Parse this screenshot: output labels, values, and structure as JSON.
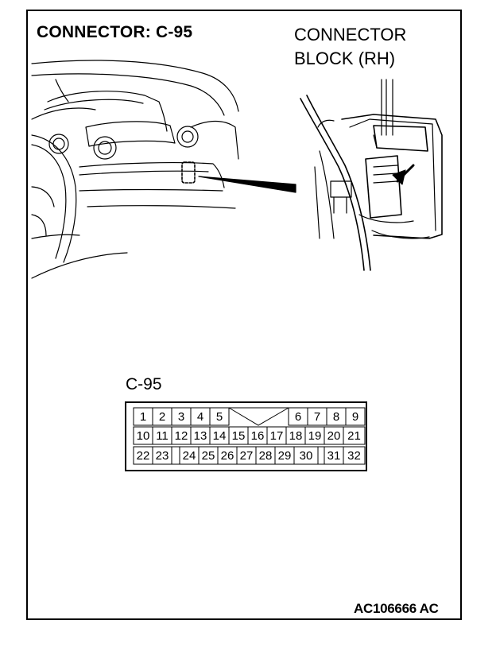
{
  "title": "CONNECTOR: C-95",
  "location": {
    "line1": "CONNECTOR",
    "line2": "BLOCK (RH)"
  },
  "connector_label": "C-95",
  "figure_code": "AC106666 AC",
  "pins": {
    "row1": [
      "1",
      "2",
      "3",
      "4",
      "5",
      "",
      "",
      "",
      "",
      "6",
      "7",
      "8",
      "9"
    ],
    "row2": [
      "10",
      "11",
      "12",
      "13",
      "14",
      "15",
      "16",
      "17",
      "18",
      "19",
      "20",
      "21"
    ],
    "row3": [
      "22",
      "23",
      "",
      "24",
      "25",
      "26",
      "27",
      "28",
      "29",
      "30",
      "",
      "31",
      "32"
    ]
  },
  "colors": {
    "line": "#000000",
    "background": "#ffffff"
  }
}
